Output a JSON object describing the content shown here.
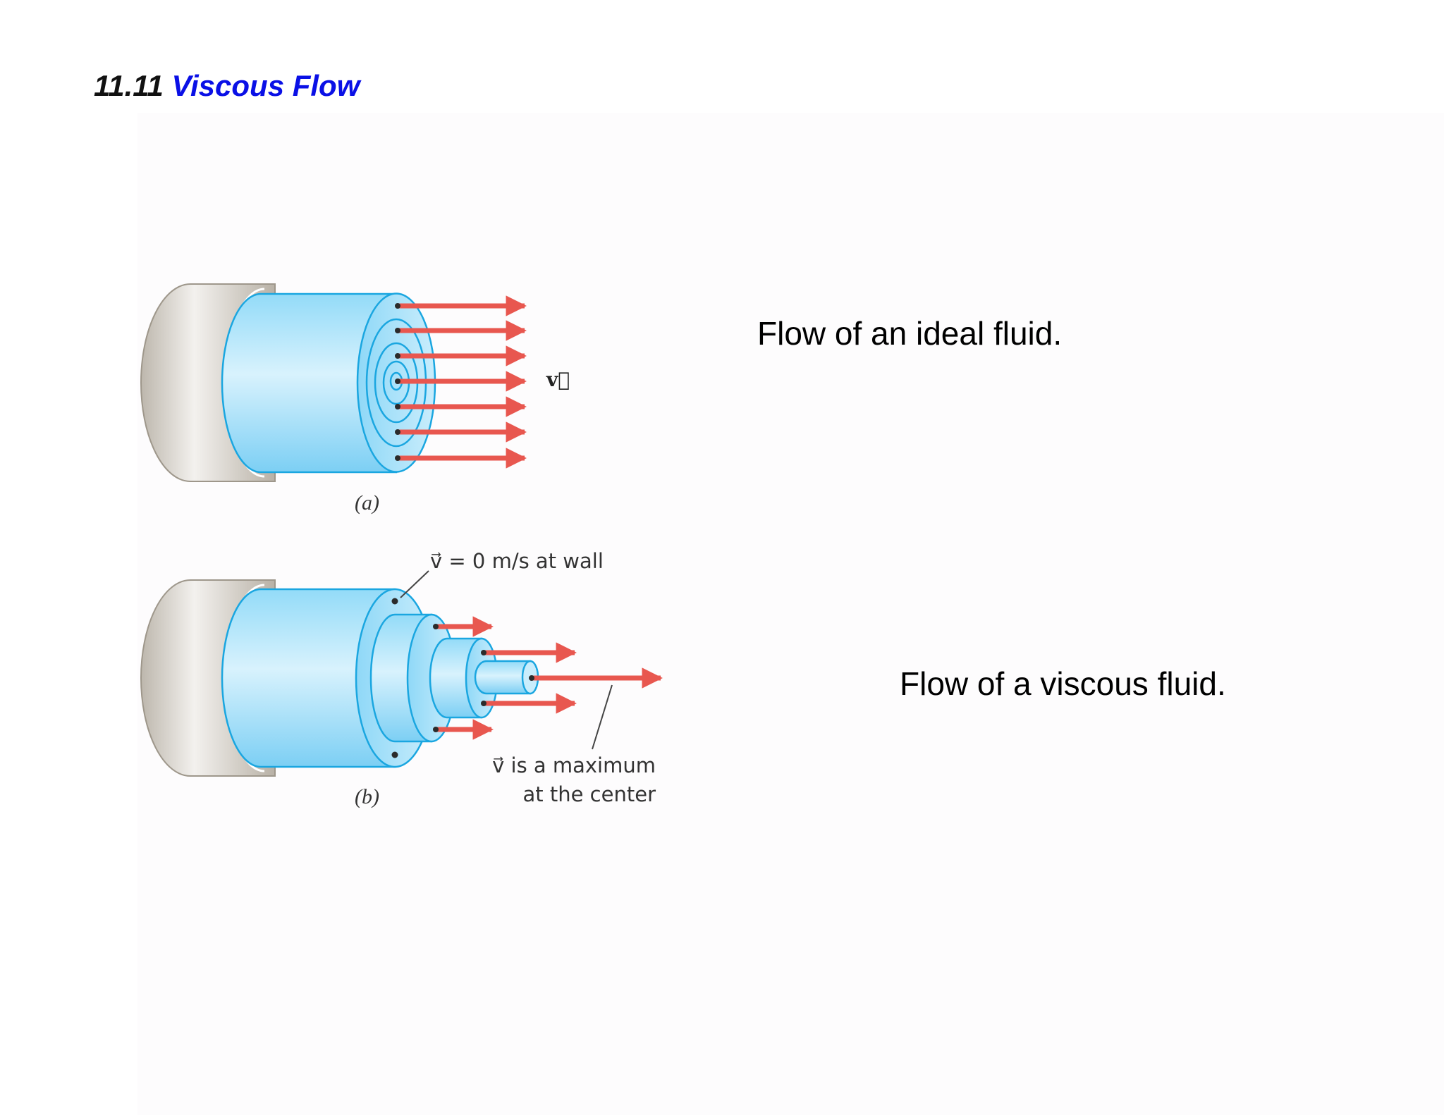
{
  "slide": {
    "section_number": "11.11",
    "section_title": "Viscous Flow",
    "caption_ideal": "Flow of an ideal fluid.",
    "caption_viscous": "Flow of a viscous fluid."
  },
  "figure": {
    "label_a": "(a)",
    "label_b": "(b)",
    "velocity_symbol": "v⃗",
    "annotation_wall": "v⃗ = 0 m/s at wall",
    "annotation_center_line1": "v⃗ is a maximum",
    "annotation_center_line2": "at the center"
  },
  "colors": {
    "title_number": "#111111",
    "title_name": "#0a10e6",
    "fluid": "#7fd3f6",
    "fluid_edge": "#1aa6e0",
    "pipe": "#c9c3b8",
    "arrow": "#e8574f"
  }
}
